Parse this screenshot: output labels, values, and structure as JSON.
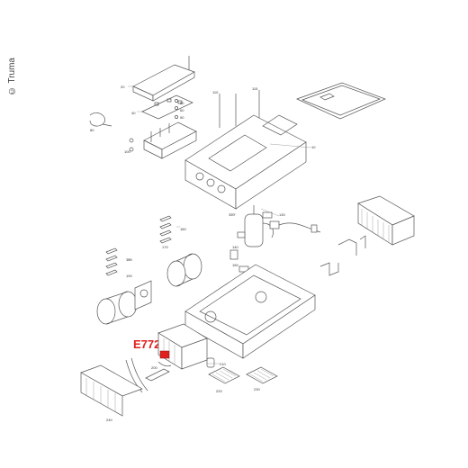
{
  "copyright": "© Truma",
  "highlight": {
    "label": "E7725",
    "color": "#e0201c"
  },
  "part_numbers": {
    "p10": "10",
    "p20": "20",
    "p40": "40",
    "p50": "50",
    "p60": "60",
    "p80": "80",
    "p90": "90",
    "p100": "100",
    "p110": "110",
    "p115": "115",
    "p120": "120",
    "p130": "130",
    "p140": "140",
    "p150": "150",
    "p160": "160",
    "p170": "170",
    "p180": "180",
    "p190": "190",
    "p200": "200",
    "p210": "210",
    "p220": "220",
    "p230": "230",
    "p240": "240"
  }
}
